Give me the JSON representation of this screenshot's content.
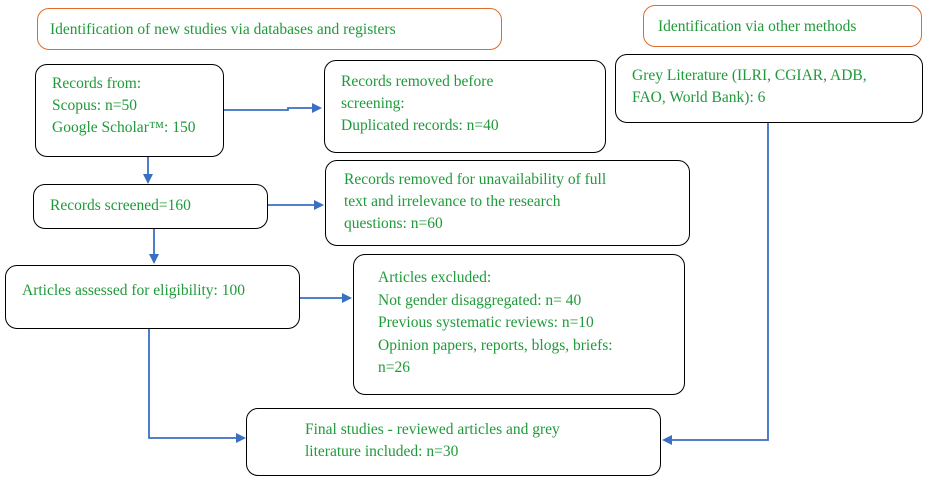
{
  "headers": {
    "databases": "Identification of new studies via databases and registers",
    "other_methods": "Identification via other methods"
  },
  "boxes": {
    "records_from": [
      "Records from:",
      "Scopus: n=50",
      "Google Scholar™: 150"
    ],
    "removed_before_screening": [
      "Records removed before",
      "screening:",
      "Duplicated records:  n=40"
    ],
    "grey_literature": [
      "Grey Literature (ILRI, CGIAR, ADB,",
      "FAO, World Bank): 6"
    ],
    "records_screened": [
      "Records screened=160"
    ],
    "removed_unavailability": [
      "Records removed for unavailability of full",
      "text and irrelevance to the research",
      "questions: n=60"
    ],
    "assessed_eligibility": [
      "Articles assessed for eligibility: 100"
    ],
    "articles_excluded": [
      "Articles excluded:",
      "Not gender disaggregated: n= 40",
      "Previous systematic reviews: n=10",
      "Opinion papers, reports, blogs, briefs:",
      "n=26"
    ],
    "final_studies": [
      "Final studies - reviewed articles and grey",
      "literature included: n=30"
    ]
  },
  "colors": {
    "header_border": "#e06b28",
    "box_border": "#000000",
    "text": "#1f9a3a",
    "arrow": "#3a6fc4"
  }
}
